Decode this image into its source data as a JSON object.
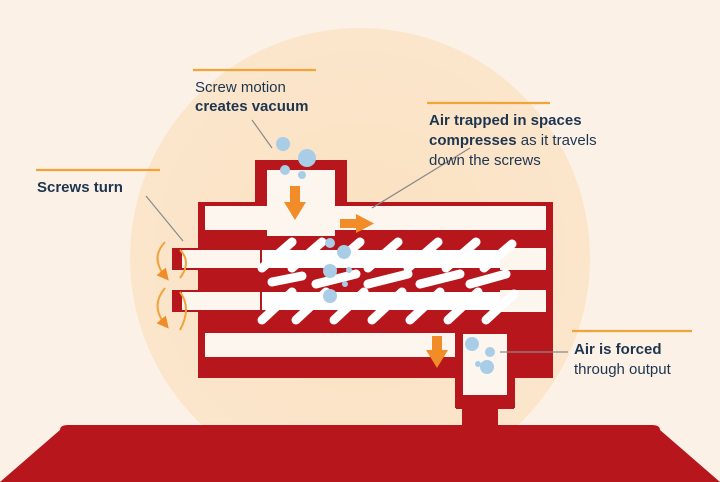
{
  "colors": {
    "background": "#fcf1e6",
    "glow": "#fbe3c6",
    "body": "#b8161d",
    "cream": "#fdf6ee",
    "screw": "#ffffff",
    "arrow": "#f28c28",
    "bubble": "#a9cde6",
    "text": "#1e3550",
    "rule": "#f2a33a"
  },
  "icons": [
    "rotation-arrow-icon",
    "flow-arrow-icon",
    "air-bubble-icon"
  ],
  "labels": {
    "intake": {
      "line1": "Screw motion",
      "line2": "creates vacuum"
    },
    "compression": {
      "line1_bold": "Air trapped in spaces",
      "line2_bold": "compresses",
      "line2_rest": " as it travels",
      "line3": "down the screws"
    },
    "screws": {
      "text": "Screws turn"
    },
    "output": {
      "line1": "Air is forced",
      "line2": "through output"
    }
  }
}
